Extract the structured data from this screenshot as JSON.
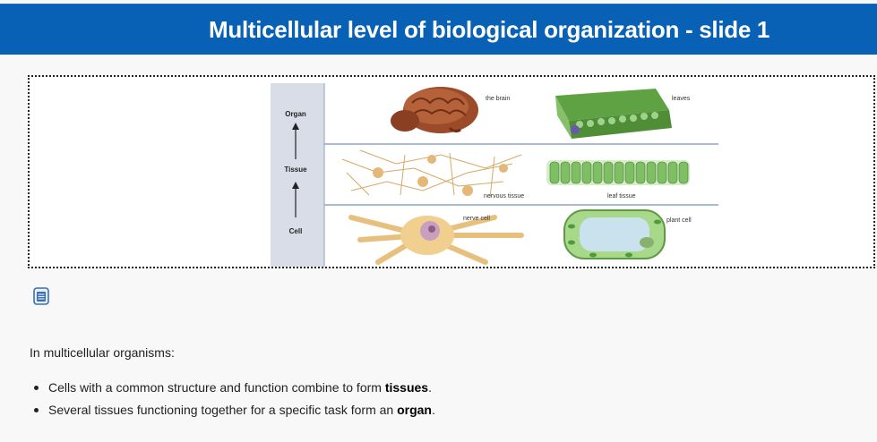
{
  "header": {
    "title": "Multicellular level of biological organization - slide 1"
  },
  "figure": {
    "levels": [
      "Organ",
      "Tissue",
      "Cell"
    ],
    "labels": {
      "brain": "the brain",
      "leaves": "leaves",
      "nervous_tissue": "nervous tissue",
      "leaf_tissue": "leaf tissue",
      "nerve_cell": "nerve cell",
      "plant_cell": "plant cell"
    },
    "colors": {
      "side_panel": "#d8dde8",
      "divider": "#8fa3bb",
      "brain": "#a0522d",
      "leaf": "#6fae4f",
      "neuron": "#e8c48a"
    }
  },
  "notes_icon": "notes-icon",
  "content": {
    "intro": "In multicellular organisms:",
    "bullet1": {
      "before": "Cells with a common structure and function combine to form ",
      "bold": "tissues",
      "after": "."
    },
    "bullet2": {
      "before": "Several tissues functioning together for a specific task form an ",
      "bold": "organ",
      "after": "."
    }
  }
}
